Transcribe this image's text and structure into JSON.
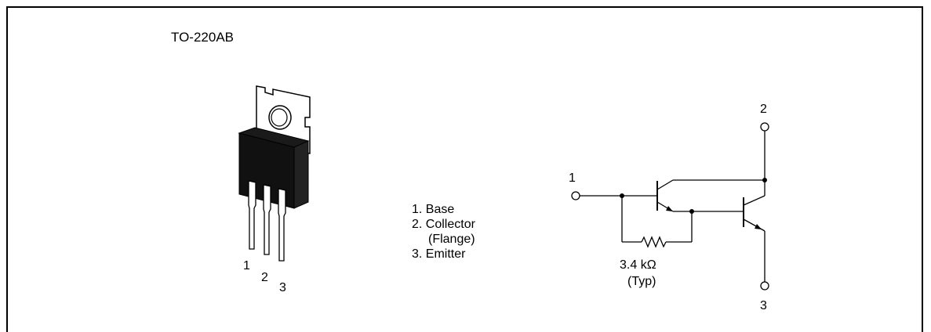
{
  "package": {
    "title": "TO-220AB"
  },
  "pin_numbers": [
    "1",
    "2",
    "3"
  ],
  "legend": {
    "items": [
      "1. Base",
      "2. Collector",
      "(Flange)",
      "3. Emitter"
    ]
  },
  "schematic": {
    "pin1_label": "1",
    "pin2_label": "2",
    "pin3_label": "3",
    "resistor_value": "3.4  kΩ",
    "resistor_note": "(Typ)"
  }
}
